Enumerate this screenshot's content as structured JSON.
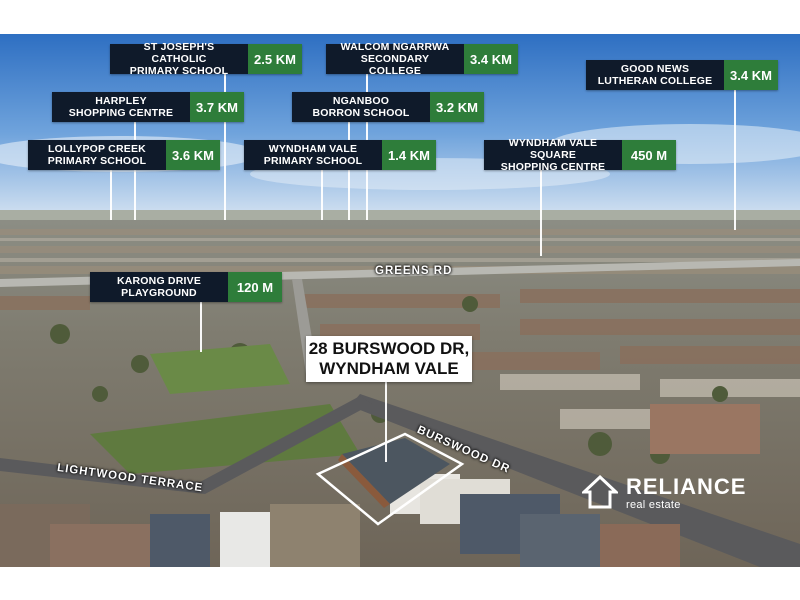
{
  "poi_tags": [
    {
      "name": "ST JOSEPH'S CATHOLIC\nPRIMARY SCHOOL",
      "distance": "2.5 KM"
    },
    {
      "name": "WALCOM NGARRWA\nSECONDARY COLLEGE",
      "distance": "3.4 KM"
    },
    {
      "name": "GOOD NEWS\nLUTHERAN COLLEGE",
      "distance": "3.4 KM"
    },
    {
      "name": "HARPLEY\nSHOPPING CENTRE",
      "distance": "3.7 KM"
    },
    {
      "name": "NGANBOO\nBORRON SCHOOL",
      "distance": "3.2 KM"
    },
    {
      "name": "LOLLYPOP CREEK\nPRIMARY SCHOOL",
      "distance": "3.6 KM"
    },
    {
      "name": "WYNDHAM VALE\nPRIMARY SCHOOL",
      "distance": "1.4 KM"
    },
    {
      "name": "WYNDHAM VALE SQUARE\nSHOPPING CENTRE",
      "distance": "450 M"
    },
    {
      "name": "KARONG DRIVE\nPLAYGROUND",
      "distance": "120 M"
    }
  ],
  "roads": {
    "greens": "GREENS RD",
    "burswood": "BURSWOOD DR",
    "lightwood": "LIGHTWOOD TERRACE"
  },
  "address": "28 BURSWOOD DR,\nWYNDHAM VALE",
  "logo": {
    "word": "RELIANCE",
    "sub": "real estate"
  },
  "colors": {
    "label_bg": "#0f1a2a",
    "distance_bg": "#2e7d3a",
    "boundary": "#ffffff"
  }
}
